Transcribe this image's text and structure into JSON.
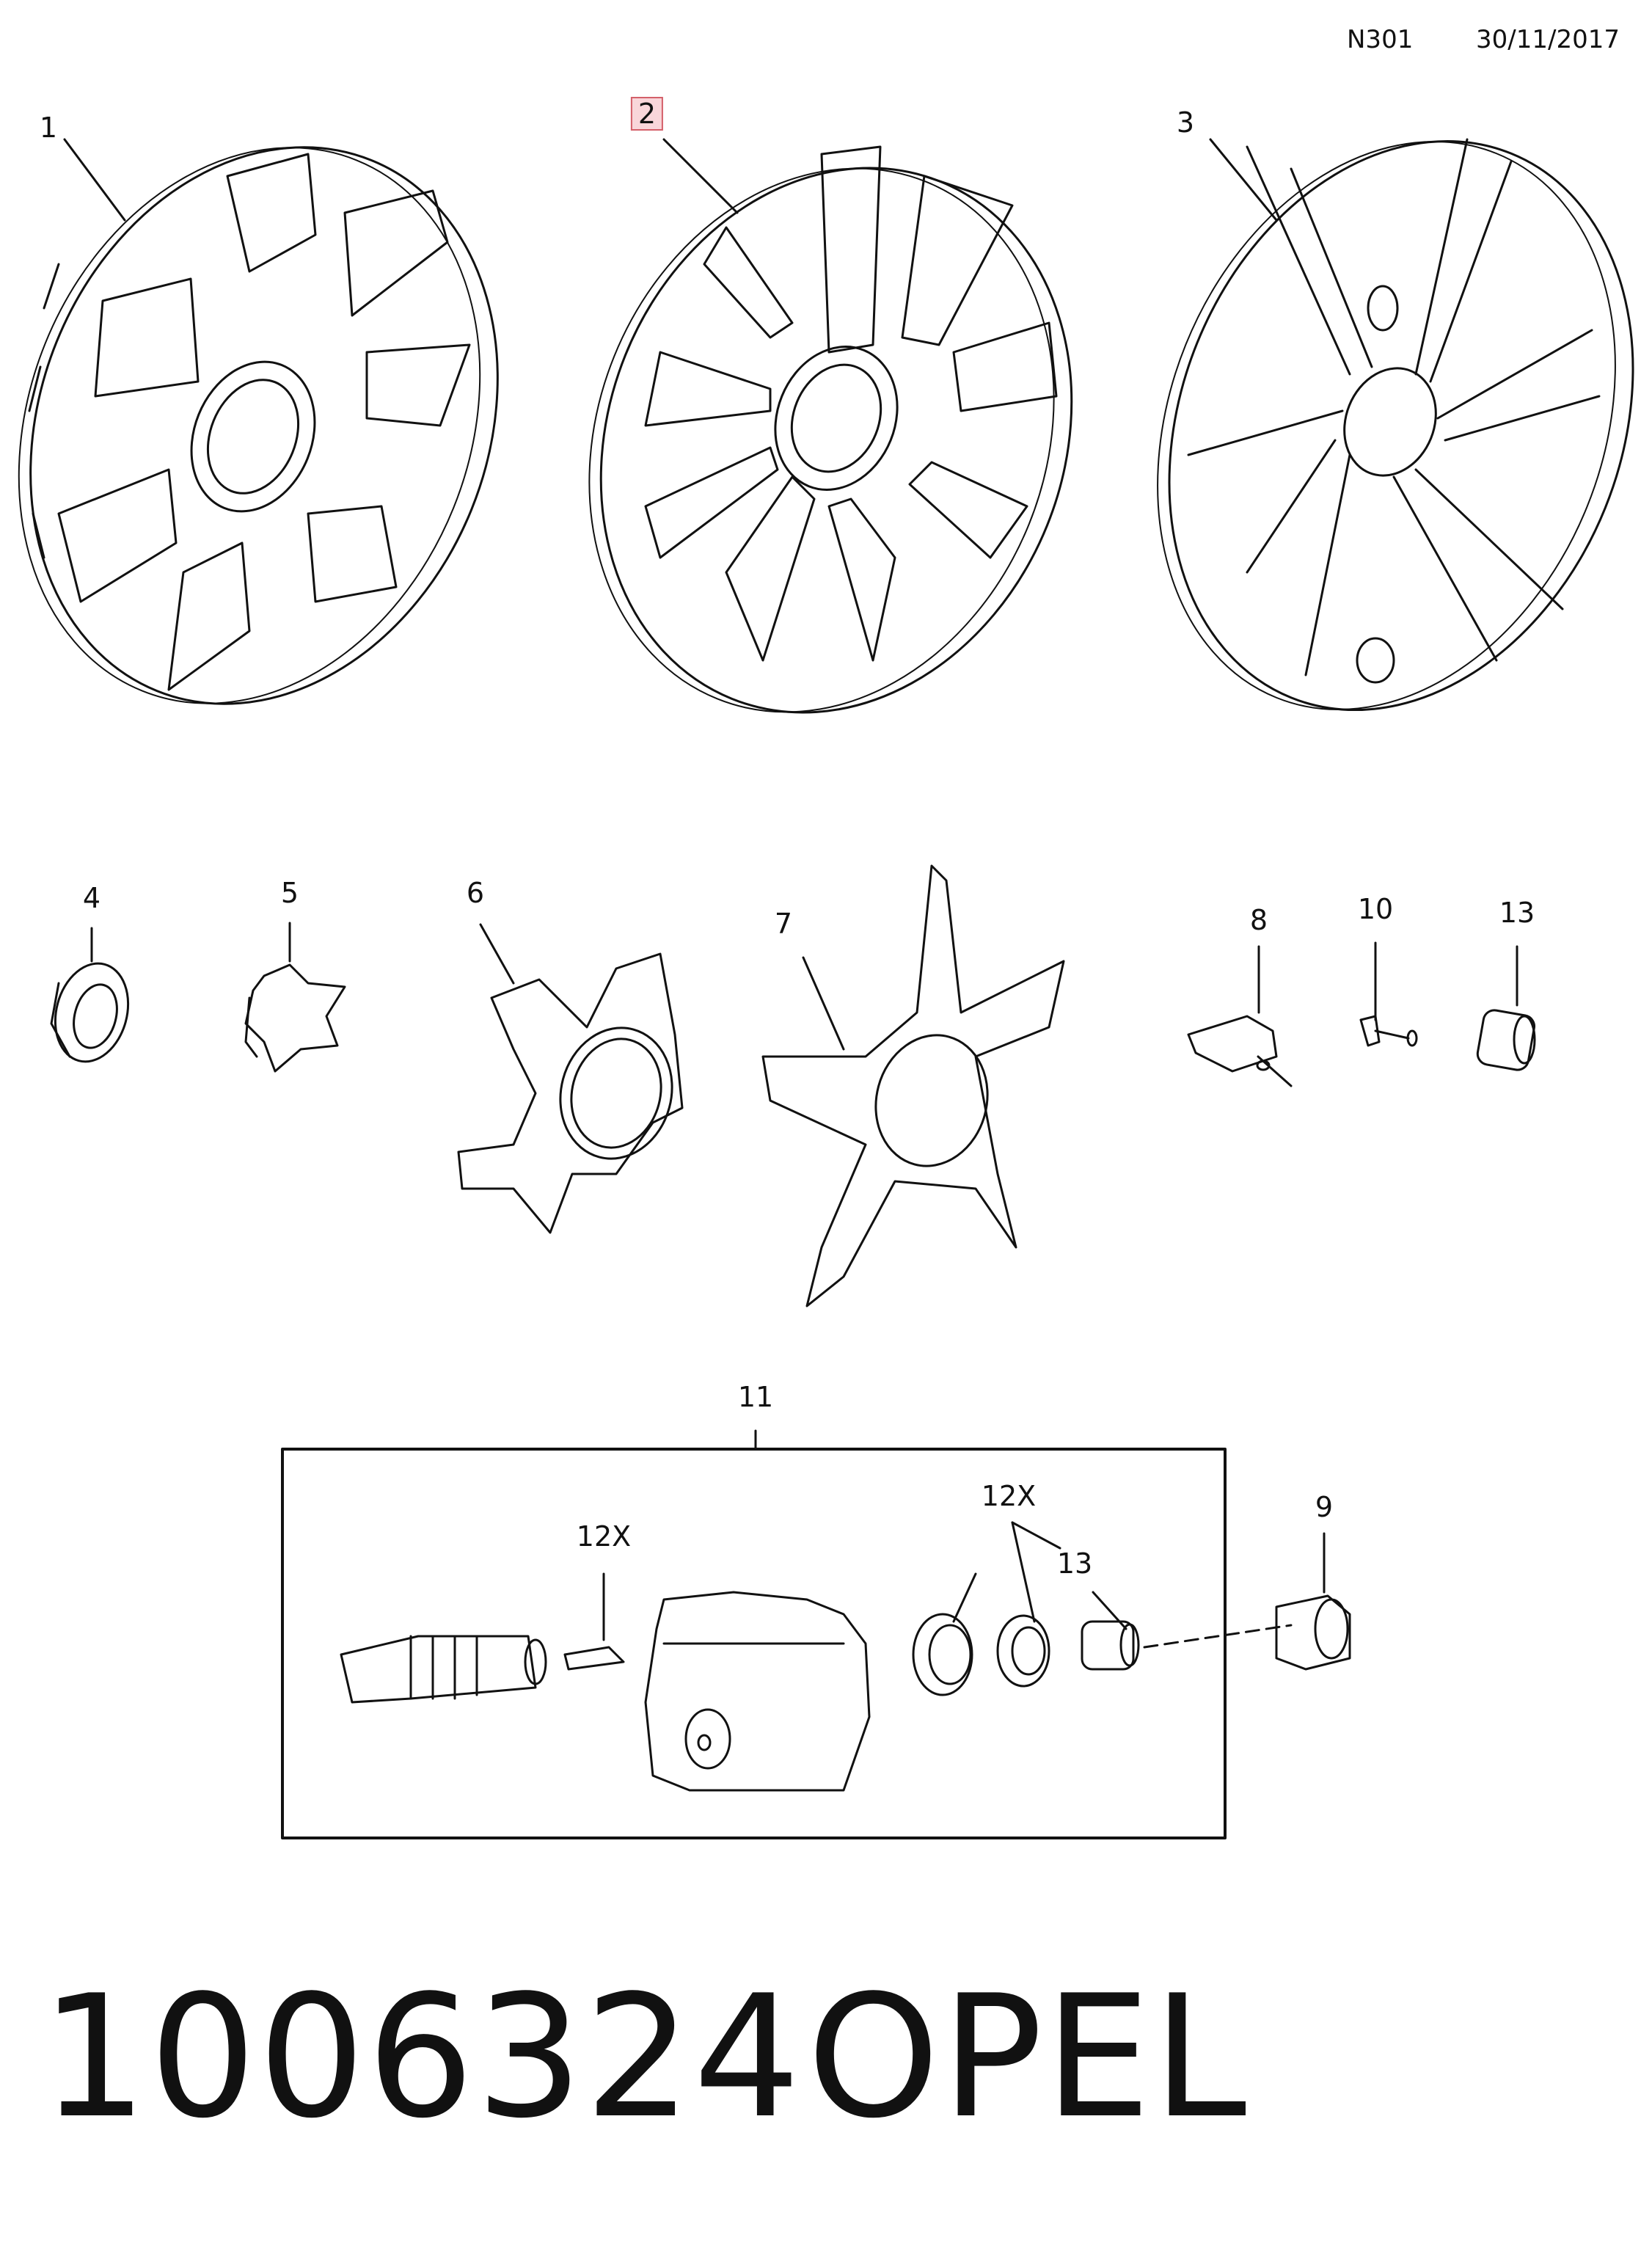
{
  "header": {
    "code": "N301",
    "date": "30/11/2017"
  },
  "callouts": [
    {
      "id": "c1",
      "label": "1"
    },
    {
      "id": "c2",
      "label": "2",
      "selected": true
    },
    {
      "id": "c3",
      "label": "3"
    },
    {
      "id": "c4",
      "label": "4"
    },
    {
      "id": "c5",
      "label": "5"
    },
    {
      "id": "c6",
      "label": "6"
    },
    {
      "id": "c7",
      "label": "7"
    },
    {
      "id": "c8",
      "label": "8"
    },
    {
      "id": "c10",
      "label": "10"
    },
    {
      "id": "c13a",
      "label": "13"
    },
    {
      "id": "c11",
      "label": "11"
    },
    {
      "id": "c12a",
      "label": "12X"
    },
    {
      "id": "c12b",
      "label": "12X"
    },
    {
      "id": "c13b",
      "label": "13"
    },
    {
      "id": "c9",
      "label": "9"
    }
  ],
  "footer": {
    "part_number": "1006324",
    "brand": "OPEL"
  },
  "colors": {
    "line": "#111111",
    "selected_fill": "#f9d6da",
    "selected_border": "#d4606a"
  }
}
